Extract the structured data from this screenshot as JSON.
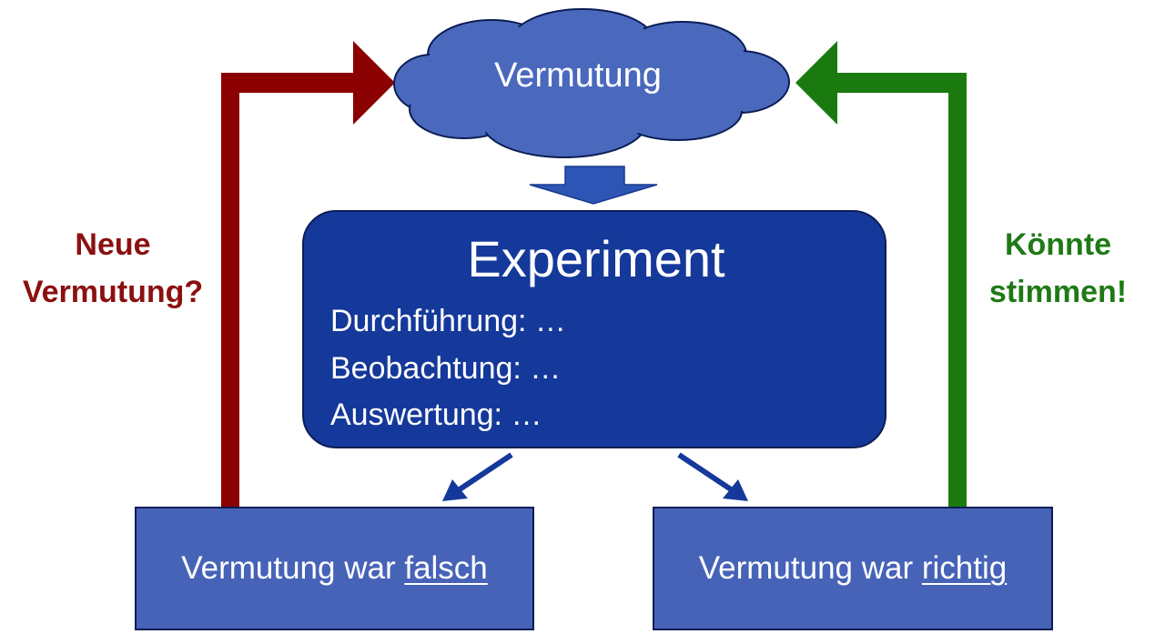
{
  "colors": {
    "cloud_fill": "#4a69bd",
    "box_dark": "#15399a",
    "box_medium": "#4763b8",
    "outline": "#0b1d55",
    "red_arrow": "#8b0000",
    "green_arrow": "#1a7a10",
    "red_text": "#8b1010",
    "green_text": "#1f7a16"
  },
  "cloud": {
    "label": "Vermutung"
  },
  "experiment": {
    "title": "Experiment",
    "steps": [
      "Durchführung: …",
      "Beobachtung: …",
      "Auswertung: …"
    ]
  },
  "results": {
    "false_prefix": "Vermutung war",
    "false_word": "falsch",
    "true_prefix": "Vermutung war",
    "true_word": "richtig"
  },
  "loops": {
    "left_label_line1": "Neue",
    "left_label_line2": "Vermutung?",
    "right_label_line1": "Könnte",
    "right_label_line2": "stimmen!"
  }
}
